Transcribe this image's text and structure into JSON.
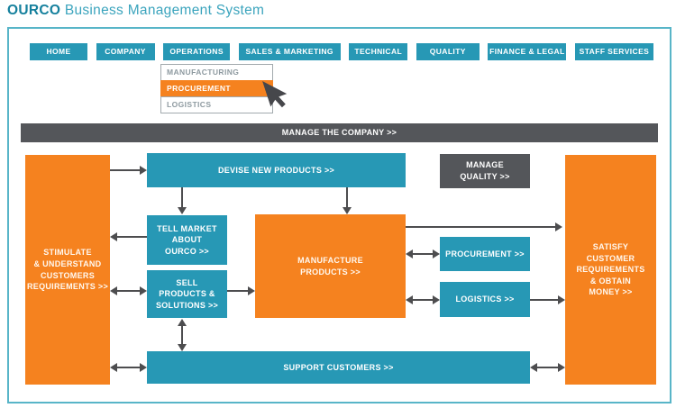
{
  "title": {
    "brand": "OURCO",
    "product": "Business Management System"
  },
  "nav": {
    "items": [
      "HOME",
      "COMPANY",
      "OPERATIONS",
      "SALES & MARKETING",
      "TECHNICAL",
      "QUALITY",
      "FINANCE & LEGAL",
      "STAFF SERVICES"
    ]
  },
  "dropdown": {
    "parent": "OPERATIONS",
    "items": [
      {
        "label": "MANUFACTURING",
        "highlighted": false
      },
      {
        "label": "PROCUREMENT",
        "highlighted": true
      },
      {
        "label": "LOGISTICS",
        "highlighted": false
      }
    ]
  },
  "diagram": {
    "manage_company": "MANAGE THE COMPANY >>",
    "stimulate": "STIMULATE\n& UNDERSTAND\nCUSTOMERS\nREQUIREMENTS >>",
    "devise": "DEVISE NEW PRODUCTS >>",
    "manage_quality": "MANAGE\nQUALITY >>",
    "tell_market": "TELL MARKET\nABOUT\nOURCO >>",
    "sell": "SELL\nPRODUCTS &\nSOLUTIONS >>",
    "manufacture": "MANUFACTURE\nPRODUCTS >>",
    "procurement": "PROCUREMENT >>",
    "logistics": "LOGISTICS >>",
    "satisfy": "SATISFY\nCUSTOMER\nREQUIREMENTS\n& OBTAIN\nMONEY >>",
    "support": "SUPPORT CUSTOMERS >>"
  },
  "colors": {
    "teal": "#2798b5",
    "orange": "#f5821f",
    "dark_gray": "#54565a",
    "arrow": "#4d4d4f",
    "frame_border": "#58b5c8",
    "brand_text": "#15809d",
    "product_text": "#3ba4bd"
  }
}
